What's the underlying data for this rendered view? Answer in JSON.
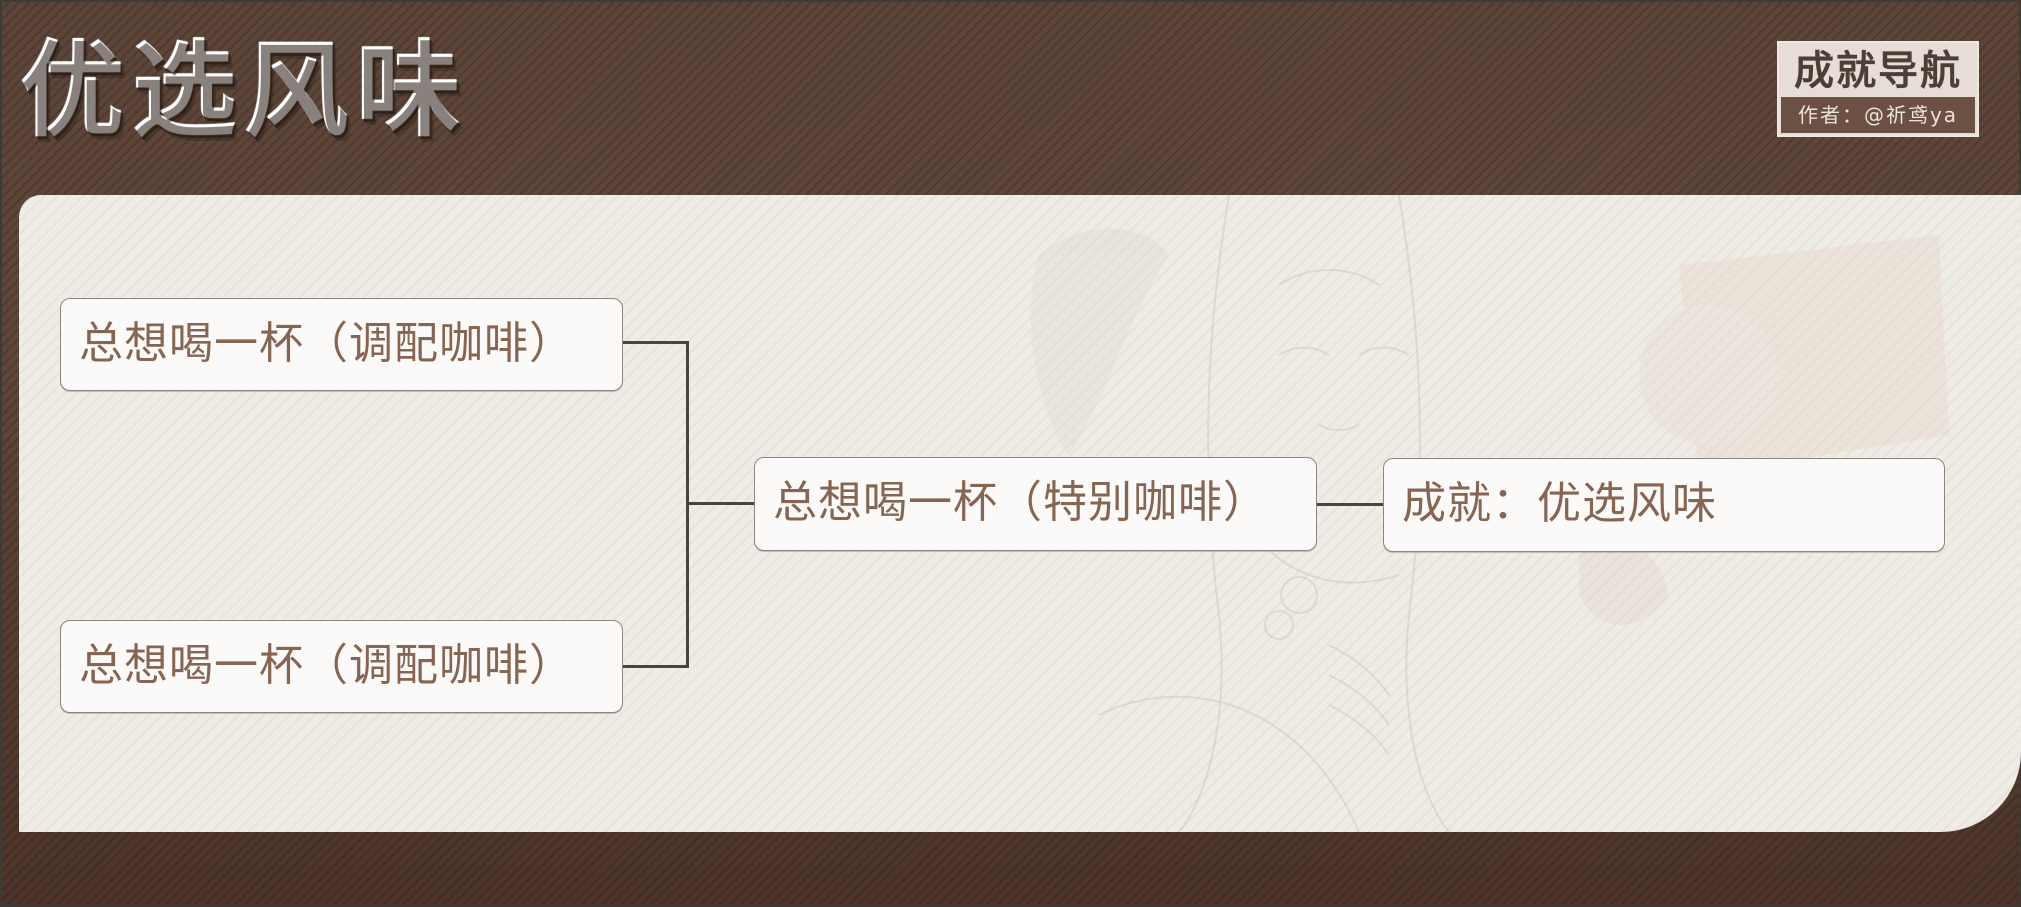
{
  "header": {
    "title": "优选风味",
    "badge": {
      "title": "成就导航",
      "author": "作者：@祈鸢ya"
    }
  },
  "diagram": {
    "nodes": [
      {
        "id": "a1",
        "label": "总想喝一杯（调配咖啡）"
      },
      {
        "id": "a2",
        "label": "总想喝一杯（调配咖啡）"
      },
      {
        "id": "b",
        "label": "总想喝一杯（特别咖啡）"
      },
      {
        "id": "c",
        "label": "成就：优选风味"
      }
    ],
    "edges": [
      {
        "from": "a1",
        "to": "b"
      },
      {
        "from": "a2",
        "to": "b"
      },
      {
        "from": "b",
        "to": "c"
      }
    ]
  },
  "colors": {
    "header_bg": "#5a4236",
    "panel_bg": "#efebe5",
    "node_text": "#866553",
    "node_border": "#8d8580",
    "connector": "#4a4440",
    "badge_bg": "#e6ddd6",
    "badge_author_bg": "#6b5043"
  }
}
